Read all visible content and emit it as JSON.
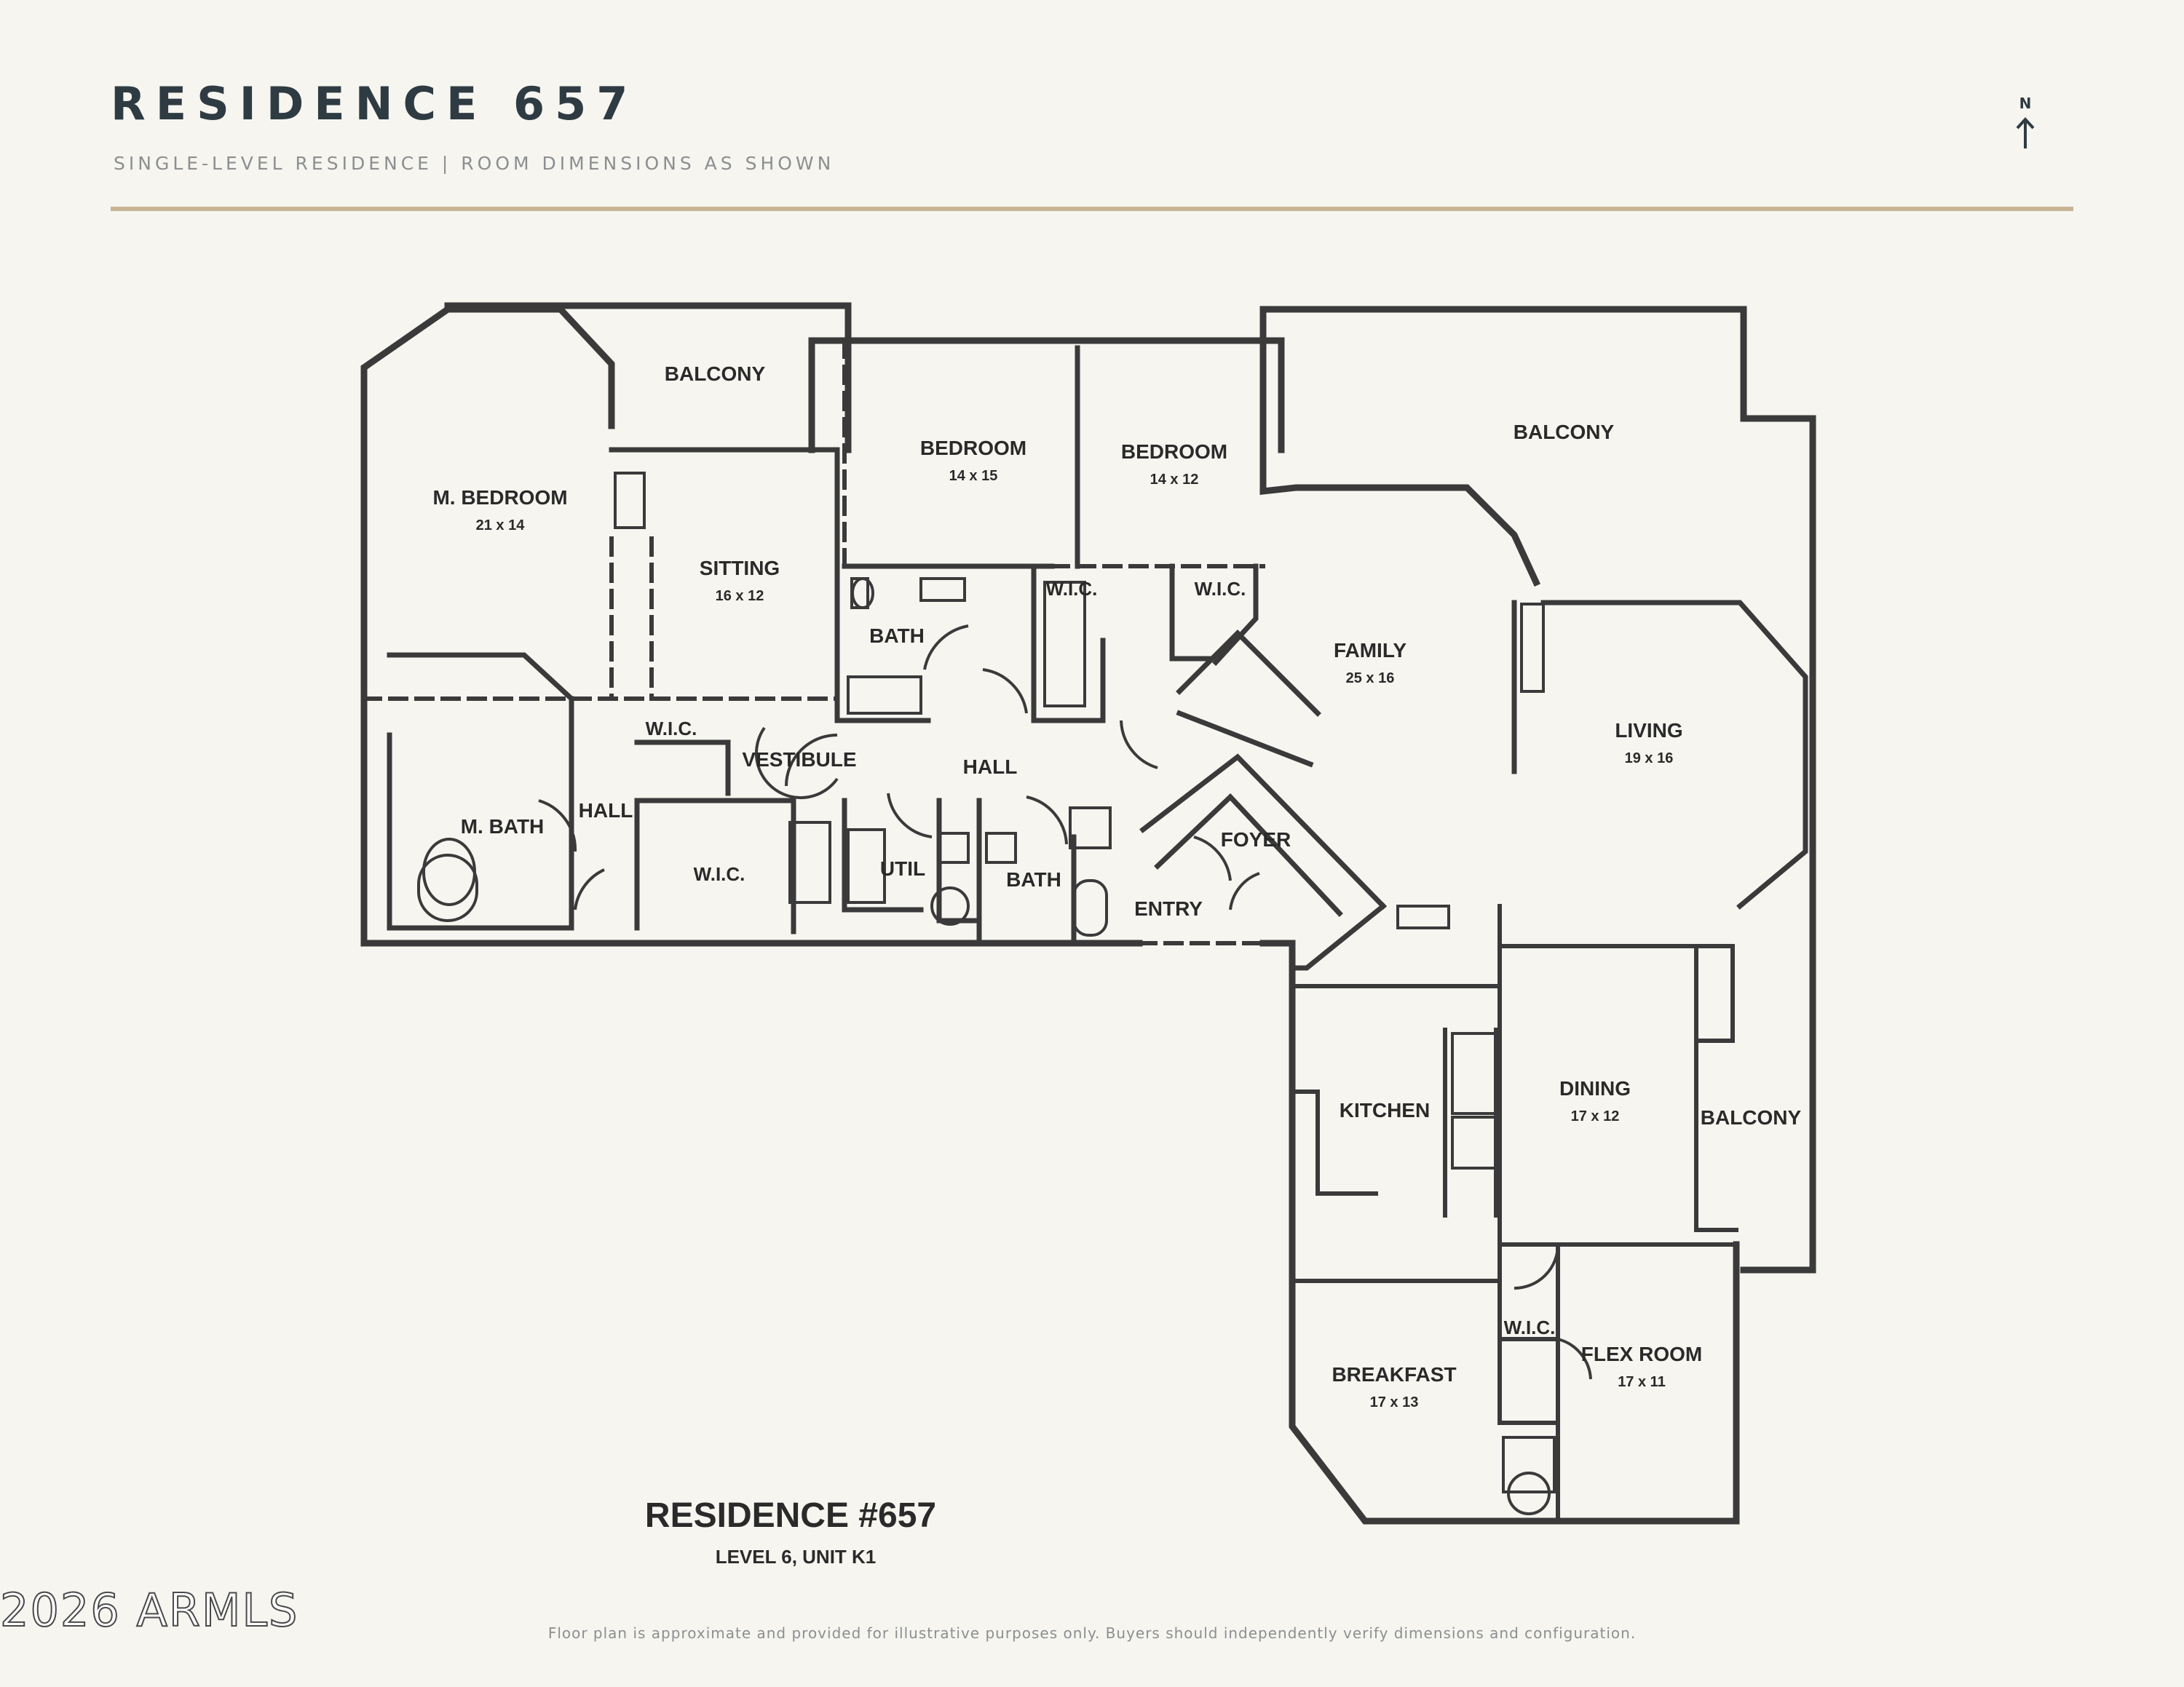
{
  "header": {
    "title": "RESIDENCE 657",
    "subtitle": "SINGLE-LEVEL RESIDENCE  | ROOM DIMENSIONS AS SHOWN",
    "north_label": "N"
  },
  "plan": {
    "title": "RESIDENCE #657",
    "subtitle": "LEVEL 6, UNIT K1",
    "rooms": {
      "balcony_nw": "BALCONY",
      "m_bedroom": "M. BEDROOM",
      "m_bedroom_dim": "21 x 14",
      "sitting": "SITTING",
      "sitting_dim": "16 x 12",
      "bedroom_1": "BEDROOM",
      "bedroom_1_dim": "14 x 15",
      "bedroom_2": "BEDROOM",
      "bedroom_2_dim": "14 x 12",
      "balcony_ne": "BALCONY",
      "bath_1": "BATH",
      "wic_1": "W.I.C.",
      "wic_2": "W.I.C.",
      "family": "FAMILY",
      "family_dim": "25 x 16",
      "living": "LIVING",
      "living_dim": "19 x 16",
      "wic_3": "W.I.C.",
      "vestibule": "VESTIBULE",
      "hall_1": "HALL",
      "m_bath": "M. BATH",
      "hall_2": "HALL",
      "wic_4": "W.I.C.",
      "util": "UTIL",
      "bath_2": "BATH",
      "foyer": "FOYER",
      "entry": "ENTRY",
      "kitchen": "KITCHEN",
      "dining": "DINING",
      "dining_dim": "17 x 12",
      "balcony_e": "BALCONY",
      "wic_5": "W.I.C.",
      "breakfast": "BREAKFAST",
      "breakfast_dim": "17 x 13",
      "flex_room": "FLEX ROOM",
      "flex_room_dim": "17 x 11"
    }
  },
  "footer": {
    "watermark": "2026 ARMLS",
    "disclaimer": "Floor plan is approximate and provided for illustrative purposes only. Buyers should independently verify dimensions and configuration."
  },
  "colors": {
    "background": "#f6f5f0",
    "accent_rule": "#c8b493",
    "title": "#2f3b42",
    "wall": "#3a3a3a"
  },
  "icons": [
    "north-arrow-icon"
  ]
}
